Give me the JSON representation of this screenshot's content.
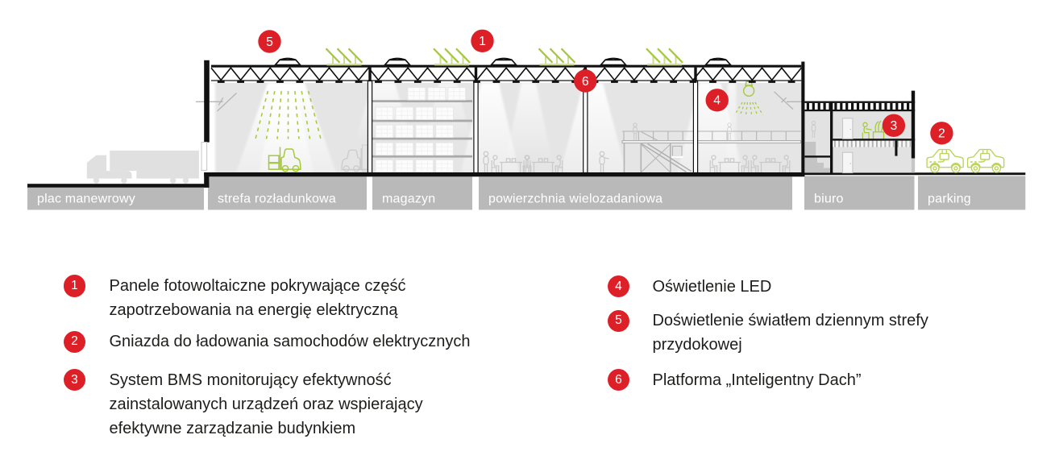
{
  "colors": {
    "red": "#dd2028",
    "green": "#a5c93c",
    "green_pale": "#ccdc92",
    "ink": "#1d1d1b",
    "band_gray": "#b9b9b9",
    "interior_gray": "#e5e5e5",
    "zone_label_color": "#ffffff"
  },
  "zones": [
    {
      "label": "plac manewrowy"
    },
    {
      "label": "strefa rozładunkowa"
    },
    {
      "label": "magazyn"
    },
    {
      "label": "powierzchnia wielozadaniowa"
    },
    {
      "label": "biuro"
    },
    {
      "label": "parking"
    }
  ],
  "markers": [
    {
      "number": "5"
    },
    {
      "number": "1"
    },
    {
      "number": "6"
    },
    {
      "number": "4"
    },
    {
      "number": "3"
    },
    {
      "number": "2"
    }
  ],
  "legend": {
    "left": [
      {
        "number": "1",
        "lines": [
          "Panele fotowoltaiczne pokrywające część",
          "zapotrzebowania na energię elektryczną"
        ]
      },
      {
        "number": "2",
        "lines": [
          "Gniazda do ładowania samochodów elektrycznych"
        ]
      },
      {
        "number": "3",
        "lines": [
          "System BMS monitorujący efektywność",
          "zainstalowanych urządzeń oraz wspierający",
          "efektywne zarządzanie budynkiem"
        ]
      }
    ],
    "right": [
      {
        "number": "4",
        "lines": [
          "Oświetlenie LED"
        ]
      },
      {
        "number": "5",
        "lines": [
          "Doświetlenie światłem dziennym strefy",
          "przydokowej"
        ]
      },
      {
        "number": "6",
        "lines": [
          "Platforma „Inteligentny Dach”"
        ]
      }
    ]
  }
}
